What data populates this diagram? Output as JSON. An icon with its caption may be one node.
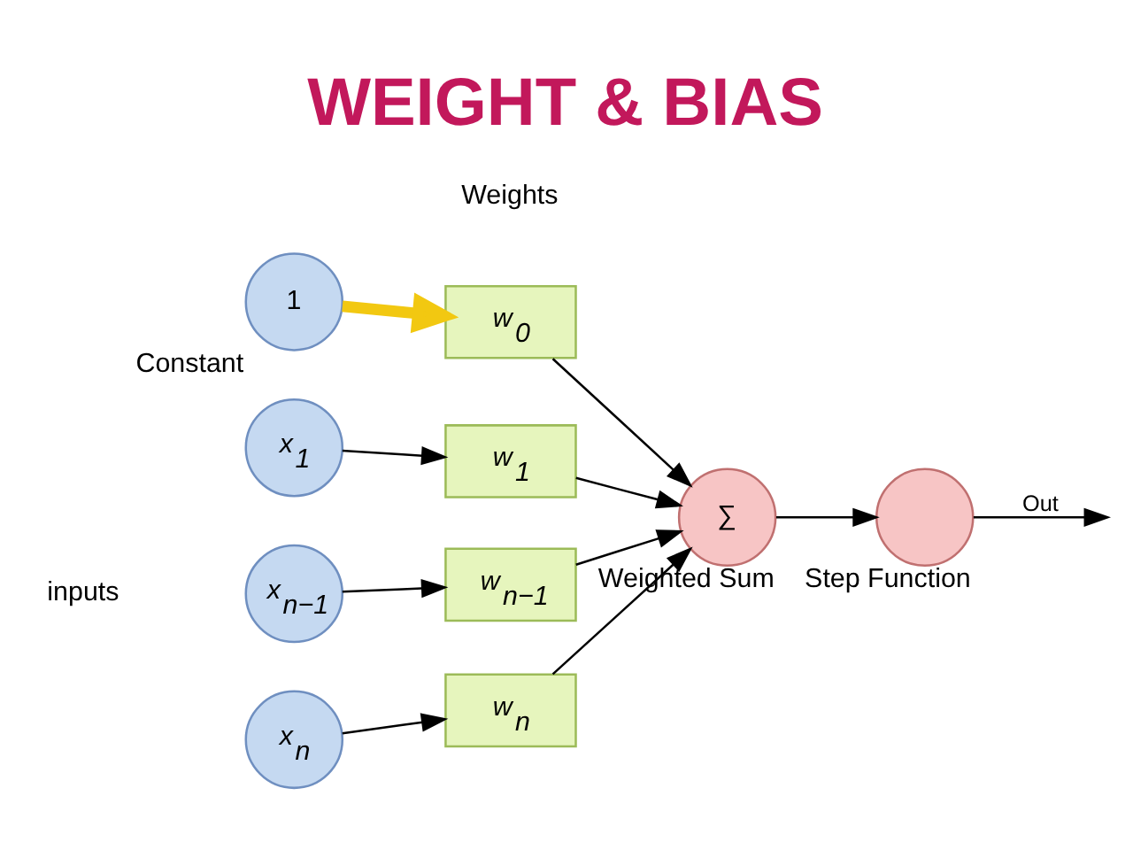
{
  "diagram": {
    "title": "WEIGHT & BIAS",
    "nodes": [
      {
        "text": [
          "1"
        ],
        "beside": [
          "Constant"
        ]
      },
      {
        "text": [
          "x$_{1}$"
        ]
      },
      {
        "text": [
          "x$_{n−1}$"
        ]
      },
      {
        "text": [
          "x$_{n}$"
        ]
      },
      {
        "text": [
          "w$_{0}$"
        ]
      },
      {
        "text": [
          "w$_{1}$"
        ]
      },
      {
        "text": [
          "w$_{n−1}$"
        ]
      },
      {
        "text": [
          "w$_{n}$"
        ]
      },
      {
        "text": [
          "∑"
        ],
        "beside": [
          "Weighted Sum"
        ]
      },
      {
        "text": [],
        "shape": "circle",
        "beside": [
          "Step Function"
        ]
      }
    ],
    "edges": [
      {
        "from": 0,
        "to": 4,
        "arrow": "to",
        "style": "thick",
        "color": "#f2c811"
      },
      {
        "from": 1,
        "to": 5,
        "arrow": "to"
      },
      {
        "from": 2,
        "to": 6,
        "arrow": "to"
      },
      {
        "from": 3,
        "to": 7,
        "arrow": "to"
      },
      {
        "from": 4,
        "to": 8,
        "arrow": "to"
      },
      {
        "from": 5,
        "to": 8,
        "arrow": "to"
      },
      {
        "from": 6,
        "to": 8,
        "arrow": "to"
      },
      {
        "from": 7,
        "to": 8,
        "arrow": "to"
      },
      {
        "from": 8,
        "to": 9,
        "arrow": "to"
      },
      {
        "from": 9,
        "to": null,
        "arrow": "to",
        "label": "Out"
      }
    ],
    "labels": [
      "Weights",
      "inputs"
    ]
  }
}
